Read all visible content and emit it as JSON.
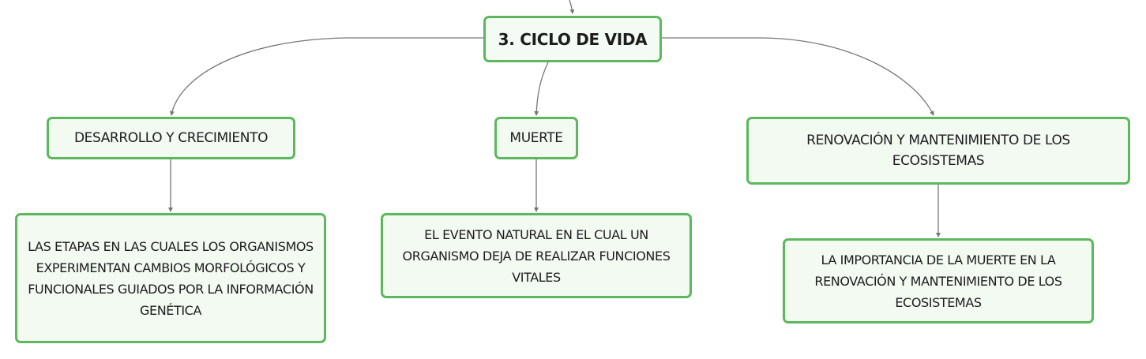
{
  "map": {
    "root": {
      "title": "3. CICLO DE VIDA"
    },
    "branches": [
      {
        "title": "DESARROLLO Y CRECIMIENTO",
        "child": "LAS ETAPAS EN LAS CUALES LOS ORGANISMOS EXPERIMENTAN CAMBIOS MORFOLÓGICOS Y FUNCIONALES GUIADOS POR LA INFORMACIÓN GENÉTICA"
      },
      {
        "title": "MUERTE",
        "child": "EL EVENTO NATURAL EN EL CUAL UN ORGANISMO DEJA DE REALIZAR FUNCIONES VITALES"
      },
      {
        "title": "RENOVACIÓN Y MANTENIMIENTO DE LOS ECOSISTEMAS",
        "child": "LA IMPORTANCIA DE LA MUERTE EN LA RENOVACIÓN Y MANTENIMIENTO DE LOS ECOSISTEMAS"
      }
    ]
  },
  "colors": {
    "node_border": "#5cb85c",
    "node_fill": "#f2faf2",
    "connector": "#777777",
    "text": "#1c1c1c"
  }
}
